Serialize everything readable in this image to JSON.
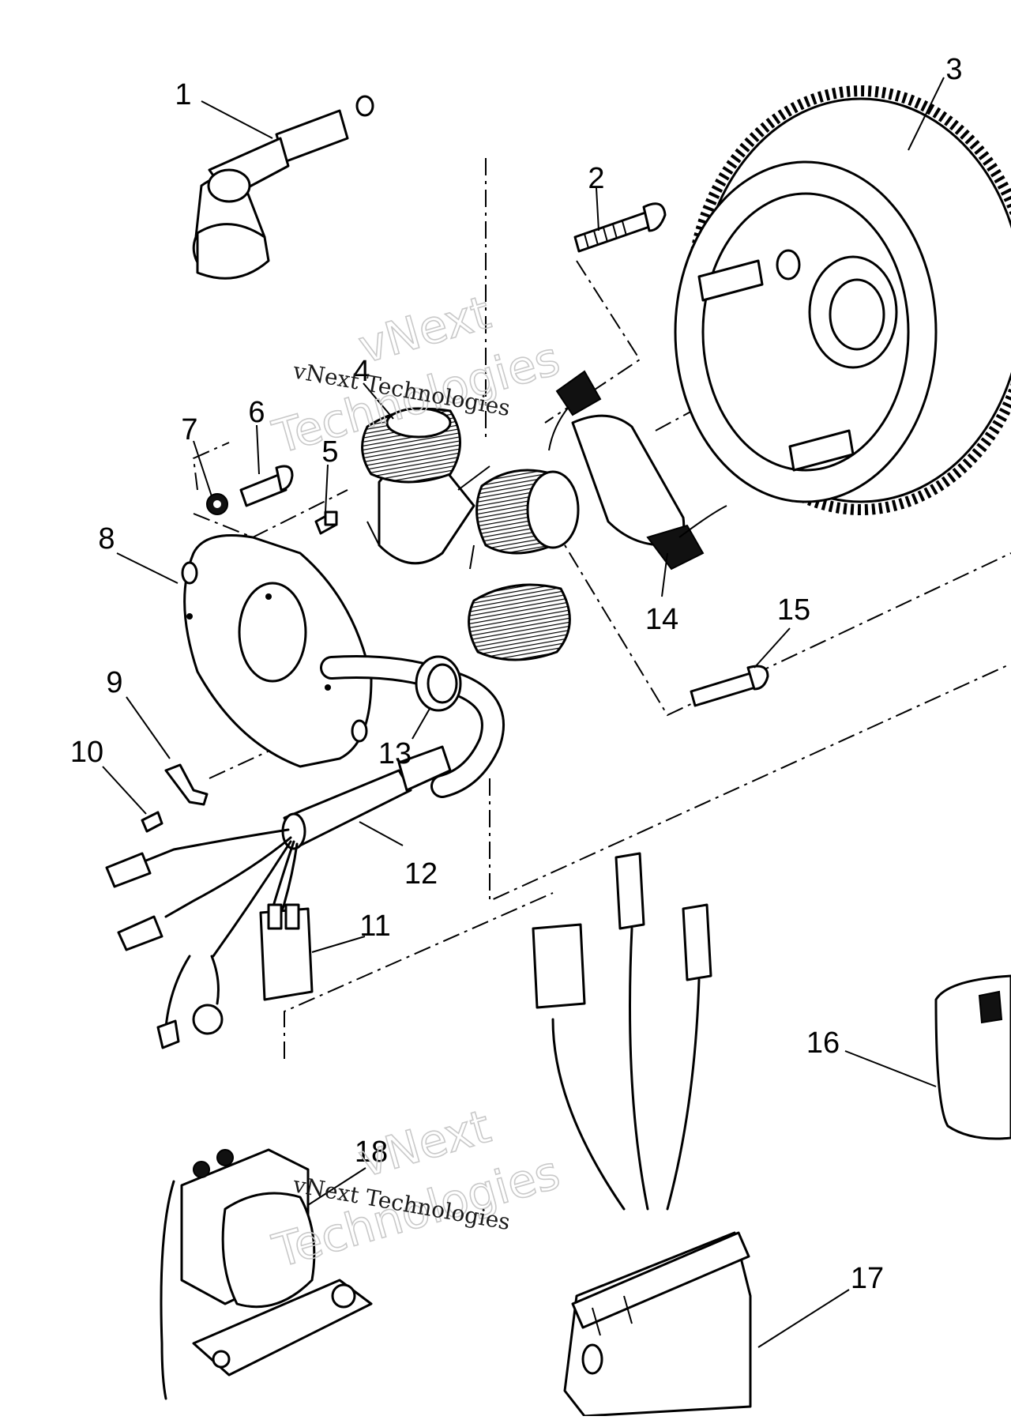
{
  "diagram": {
    "callouts": [
      "1",
      "2",
      "3",
      "4",
      "5",
      "6",
      "7",
      "8",
      "9",
      "10",
      "11",
      "12",
      "13",
      "14",
      "15",
      "16",
      "17",
      "18"
    ]
  },
  "watermarks": [
    {
      "line1": "vNext",
      "line2": "Technologies",
      "caption": "vNext Technologies"
    },
    {
      "line1": "vNext",
      "line2": "Technologies",
      "caption": "vNext Technologies"
    }
  ]
}
